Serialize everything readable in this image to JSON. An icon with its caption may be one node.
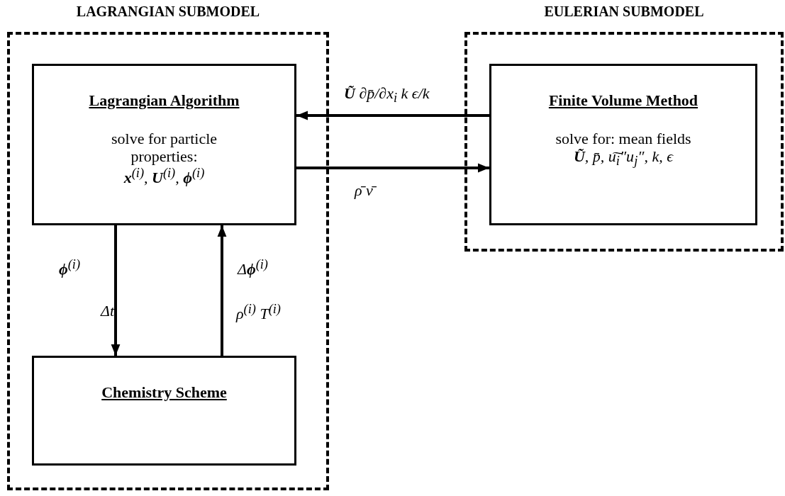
{
  "diagram": {
    "nodes": [
      {
        "text": [
          "LAGRANGIAN SUBMODEL"
        ]
      },
      {
        "text": [
          "Lagrangian Algorithm",
          "solve for particle properties:",
          "**x**$^{(i)}$, **U**$^{(i)}$, **ϕ**$^{(i)}$"
        ],
        "in": 0
      },
      {
        "text": [
          "Chemistry Scheme"
        ],
        "in": 0
      },
      {
        "text": [
          "EULERIAN SUBMODEL"
        ]
      },
      {
        "text": [
          "Finite Volume Method",
          "solve for: mean fields",
          "**Ũ**, p̄, u͠$_{i}$″u$_{j}$″, k, ϵ"
        ],
        "in": 3
      }
    ],
    "edges": [
      {
        "from": 4,
        "to": 1,
        "arrow": "to",
        "label": "**Ũ** ∂p̄/∂x$_{i}$ k ϵ/k"
      },
      {
        "from": 1,
        "to": 4,
        "arrow": "to",
        "label": "ρ̄ ν̄"
      },
      {
        "from": 1,
        "to": 2,
        "arrow": "to",
        "label": "**ϕ**$^{(i)}$"
      },
      {
        "from": 2,
        "to": 1,
        "arrow": "to",
        "label": "Δ**ϕ**$^{(i)}$"
      }
    ],
    "labels": [
      "Δt",
      "ρ$^{(i)}$ T$^{(i)}$"
    ]
  }
}
